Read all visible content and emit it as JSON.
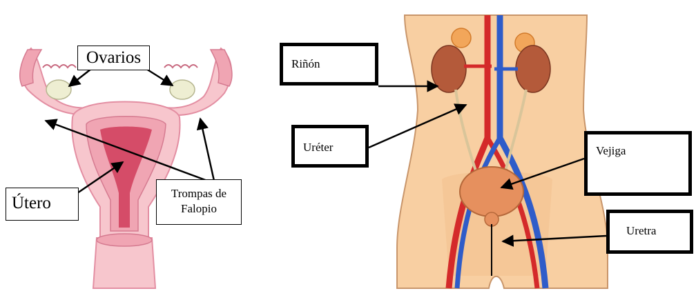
{
  "colors": {
    "skin": "#f8cfa2",
    "skin_edge": "#c8956a",
    "pink_light": "#f7c6cd",
    "pink_mid": "#f0a5b3",
    "pink_deep": "#d54c68",
    "ovary": "#eeeed2",
    "kidney": "#b45a3a",
    "bladder": "#e6905e",
    "artery": "#d42a2a",
    "vein": "#2f5cc9",
    "ureter": "#d9c59a",
    "adrenal": "#f2a65a"
  },
  "female": {
    "labels": {
      "ovarios": "Ovarios",
      "utero": "Útero",
      "trompas_line1": "Trompas de",
      "trompas_line2": "Falopio"
    }
  },
  "urinary": {
    "labels": {
      "rinon": "Riñón",
      "ureter": "Uréter",
      "vejiga": "Vejiga",
      "uretra": "Uretra"
    }
  }
}
